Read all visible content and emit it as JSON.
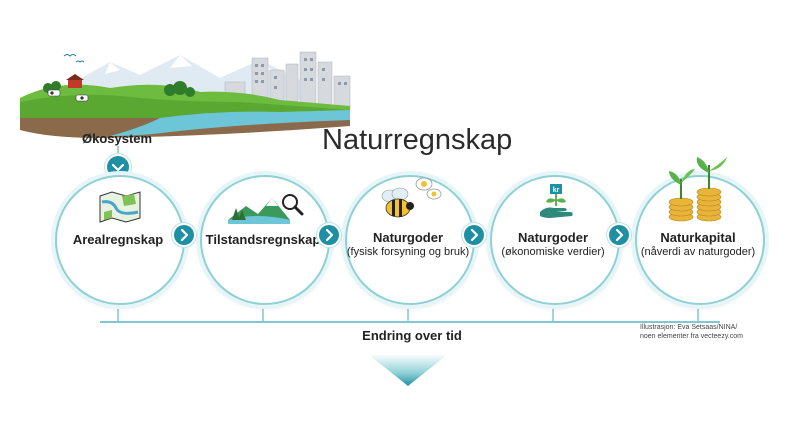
{
  "title": "Naturregnskap",
  "ecosystem_label": "Økosystem",
  "stages": [
    {
      "main": "Arealregnskap",
      "sub": "",
      "icon": "map-icon"
    },
    {
      "main": "Tilstandsregnskap",
      "sub": "",
      "icon": "landscape-magnifier-icon"
    },
    {
      "main": "Naturgoder",
      "sub": "(fysisk forsyning og bruk)",
      "icon": "bee-flower-icon"
    },
    {
      "main": "Naturgoder",
      "sub": "(økonomiske verdier)",
      "icon": "hand-plant-money-icon"
    },
    {
      "main": "Naturkapital",
      "sub": "(nåverdi av naturgoder)",
      "icon": "coins-plants-icon"
    }
  ],
  "timeline_label": "Endring over tid",
  "credit": [
    "Illustrasjon: Eva Setsaas/NINA/",
    "noen elementer fra vecteezy.com"
  ],
  "colors": {
    "accent": "#1f8fa3",
    "ring": "#8fd0d6",
    "ring_glow": "#e6f5f6",
    "line": "#7fc9d1",
    "grass": "#6dbb3f",
    "water": "#6cc6d8"
  }
}
